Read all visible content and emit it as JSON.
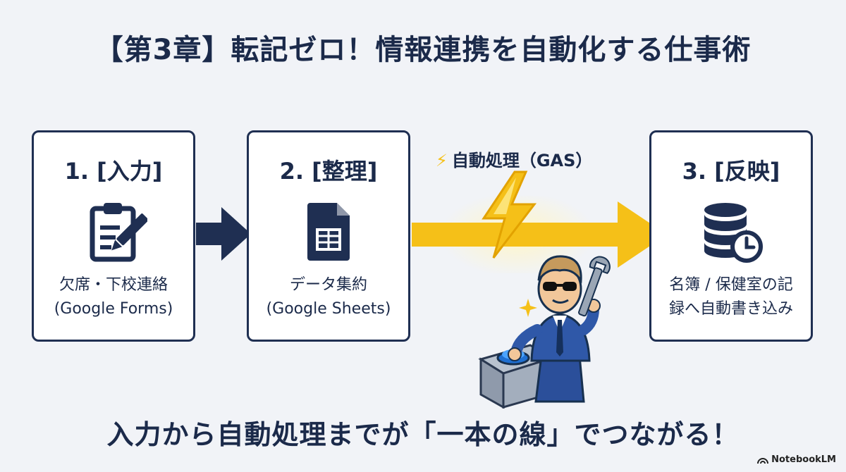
{
  "title": "【第3章】転記ゼロ！情報連携を自動化する仕事術",
  "steps": [
    {
      "label": "1. [入力]",
      "icon": "clipboard-pencil-icon",
      "desc1": "欠席・下校連絡",
      "desc2": "(Google Forms)"
    },
    {
      "label": "2. [整理]",
      "icon": "spreadsheet-icon",
      "desc1": "データ集約",
      "desc2": "(Google Sheets)"
    },
    {
      "label": "3. [反映]",
      "icon": "database-clock-icon",
      "desc1": "名簿 / 保健室の記",
      "desc2": "録へ自動書き込み"
    }
  ],
  "automation": {
    "bolt": "⚡",
    "label": "自動処理（GAS）"
  },
  "bottom_text": "入力から自動処理までが「一本の線」でつながる！",
  "watermark": "NotebookLM",
  "colors": {
    "navy": "#1f2f52",
    "yellow": "#f5c018",
    "background": "#f1f3f7"
  }
}
